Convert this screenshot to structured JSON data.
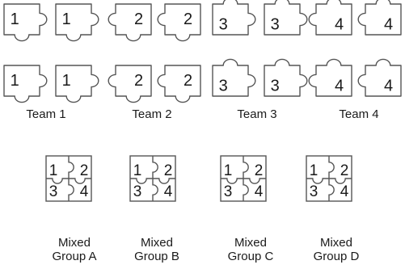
{
  "colors": {
    "stroke": "#555555",
    "text": "#1a1a1a",
    "fill": "#ffffff"
  },
  "teams": [
    {
      "label": "Team 1",
      "number": "1"
    },
    {
      "label": "Team 2",
      "number": "2"
    },
    {
      "label": "Team 3",
      "number": "3"
    },
    {
      "label": "Team 4",
      "number": "4"
    }
  ],
  "groups": [
    {
      "label": "Mixed Group A",
      "numbers": [
        "1",
        "2",
        "3",
        "4"
      ]
    },
    {
      "label": "Mixed Group B",
      "numbers": [
        "1",
        "2",
        "3",
        "4"
      ]
    },
    {
      "label": "Mixed Group C",
      "numbers": [
        "1",
        "2",
        "3",
        "4"
      ]
    },
    {
      "label": "Mixed Group D",
      "numbers": [
        "1",
        "2",
        "3",
        "4"
      ]
    }
  ]
}
